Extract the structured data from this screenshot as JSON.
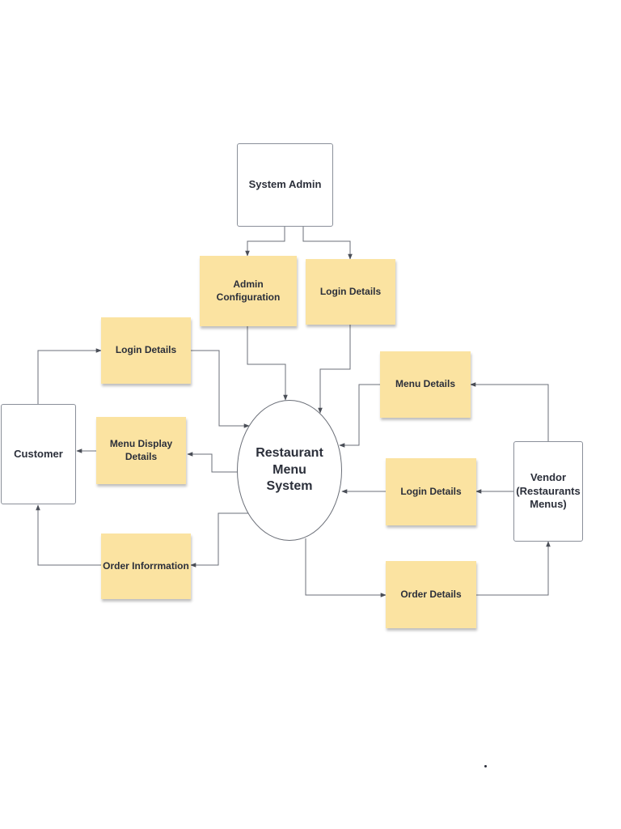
{
  "colors": {
    "note": "#fbe3a1",
    "edge": "#6b6f78",
    "text": "#2b2f3a"
  },
  "nodes": {
    "system_admin": "System Admin",
    "admin_configuration": "Admin\nConfiguration",
    "login_details_admin": "Login Details",
    "login_details_customer": "Login Details",
    "customer": "Customer",
    "menu_display_details": "Menu Display\nDetails",
    "order_information": "Order Inforrmation",
    "restaurant_menu_system": "Restaurant Menu\nSystem",
    "menu_details": "Menu Details",
    "login_details_vendor": "Login Details",
    "order_details": "Order Details",
    "vendor": "Vendor\n(Restaurants\nMenus)"
  }
}
